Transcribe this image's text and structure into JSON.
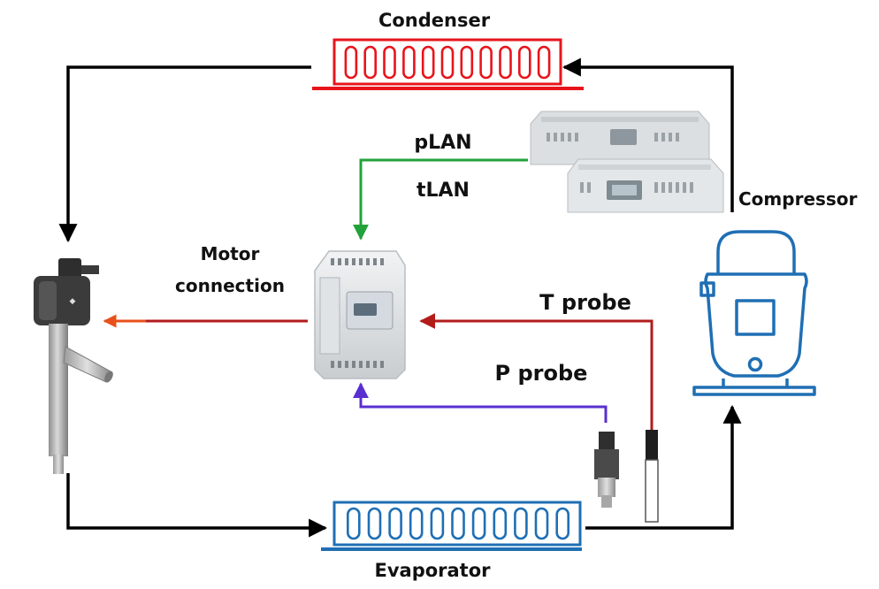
{
  "labels": {
    "condenser": "Condenser",
    "evaporator": "Evaporator",
    "compressor": "Compressor",
    "motor_connection_line1": "Motor",
    "motor_connection_line2": "connection",
    "plan": "pLAN",
    "tlan": "tLAN",
    "t_probe": "T probe",
    "p_probe": "P probe"
  },
  "coil": {
    "tube_count": 11
  },
  "colors": {
    "refrigerant_line": "#000000",
    "condenser": "#e8141b",
    "evaporator": "#1f6fb4",
    "compressor": "#1f6fb4",
    "network_line": "#22a23a",
    "motor_line": "#b31b1b",
    "motor_arrow": "#e8501b",
    "t_probe_line": "#b31b1b",
    "p_probe_line": "#5a2fd0"
  }
}
